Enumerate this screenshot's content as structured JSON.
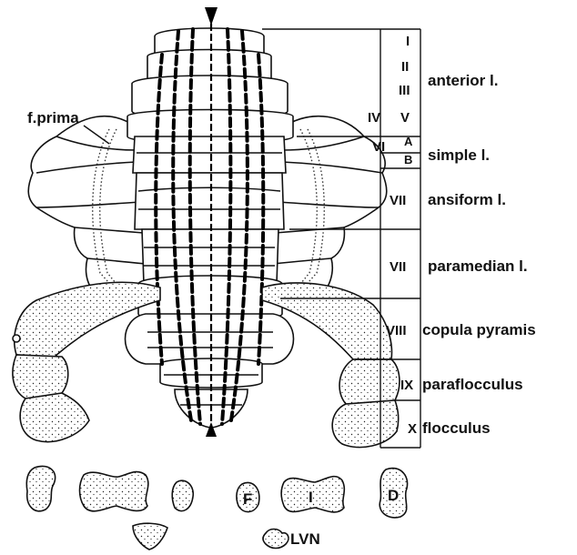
{
  "labels": {
    "fissura": "f.prima",
    "lvn": "LVN",
    "nuclei": {
      "f": "F",
      "i": "I",
      "d": "D"
    }
  },
  "lobules": {
    "r1": "I",
    "r2": "II",
    "r3": "III",
    "r4": "IV",
    "r5": "V",
    "r6": "VI",
    "r6a": "A",
    "r6b": "B",
    "r7a": "VII",
    "r7b": "VII",
    "r8": "VIII",
    "r9": "IX",
    "r10": "X"
  },
  "lobes": {
    "anterior": "anterior l.",
    "simple": "simple  l.",
    "ansiform": "ansiform l.",
    "paramedian": "paramedian l.",
    "copula": "copula pyramis",
    "paraflocculus": "paraflocculus",
    "flocculus": "flocculus"
  }
}
